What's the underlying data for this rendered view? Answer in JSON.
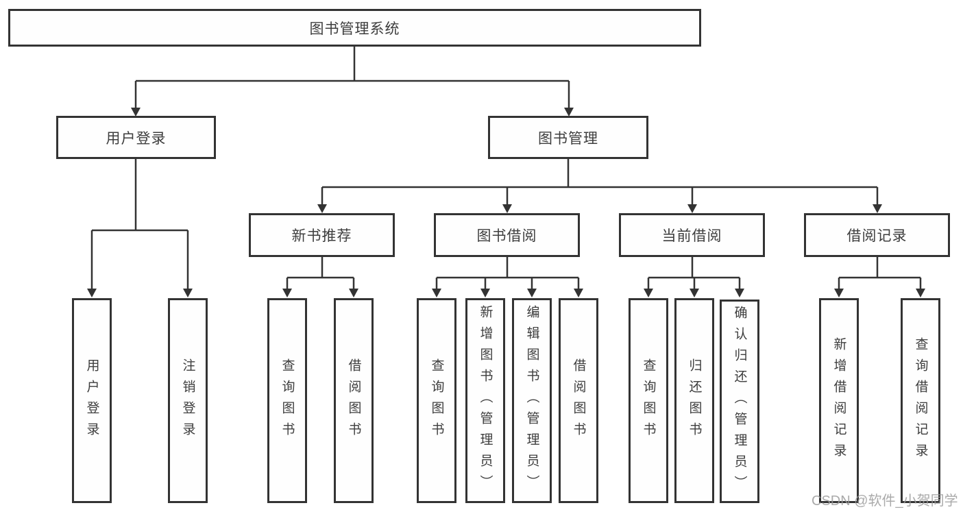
{
  "diagram": {
    "title": "图书管理系统",
    "tree": {
      "root": {
        "label": "图书管理系统",
        "children": [
          {
            "label": "用户登录",
            "children": [
              {
                "label": "用户登录"
              },
              {
                "label": "注销登录"
              }
            ]
          },
          {
            "label": "图书管理",
            "children": [
              {
                "label": "新书推荐",
                "children": [
                  {
                    "label": "查询图书"
                  },
                  {
                    "label": "借阅图书"
                  }
                ]
              },
              {
                "label": "图书借阅",
                "children": [
                  {
                    "label": "查询图书"
                  },
                  {
                    "label": "新增图书（管理员）"
                  },
                  {
                    "label": "编辑图书（管理员）"
                  },
                  {
                    "label": "借阅图书"
                  }
                ]
              },
              {
                "label": "当前借阅",
                "children": [
                  {
                    "label": "查询图书"
                  },
                  {
                    "label": "归还图书"
                  },
                  {
                    "label": "确认归还（管理员）"
                  }
                ]
              },
              {
                "label": "借阅记录",
                "children": [
                  {
                    "label": "新增借阅记录"
                  },
                  {
                    "label": "查询借阅记录"
                  }
                ]
              }
            ]
          }
        ]
      }
    },
    "watermark": "CSDN @软件_小贺同学",
    "colors": {
      "line": "#333333",
      "text": "#3d3d3d",
      "watermark": "#9b9b9b",
      "background": "#ffffff"
    }
  }
}
